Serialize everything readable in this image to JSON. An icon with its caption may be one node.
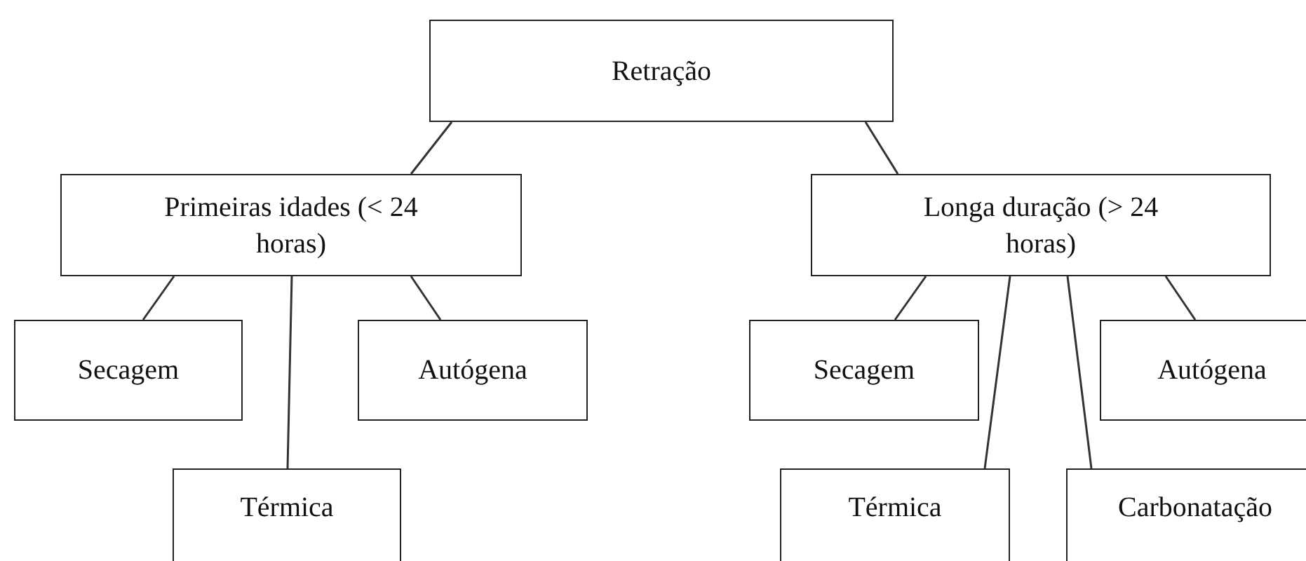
{
  "diagram": {
    "nodes": [
      {
        "text": [
          "Retração"
        ]
      },
      {
        "text": [
          "Primeiras idades (< 24 horas)"
        ]
      },
      {
        "text": [
          "Longa duração (> 24 horas)"
        ]
      },
      {
        "text": [
          "Secagem"
        ]
      },
      {
        "text": [
          "Autógena"
        ]
      },
      {
        "text": [
          "Térmica"
        ]
      },
      {
        "text": [
          "Secagem"
        ]
      },
      {
        "text": [
          "Autógena"
        ]
      },
      {
        "text": [
          "Térmica"
        ]
      },
      {
        "text": [
          "Carbonatação"
        ]
      }
    ],
    "edges": [
      {
        "from": 0,
        "to": 1,
        "arrow": "none"
      },
      {
        "from": 0,
        "to": 2,
        "arrow": "none"
      },
      {
        "from": 1,
        "to": 3,
        "arrow": "none"
      },
      {
        "from": 1,
        "to": 5,
        "arrow": "none"
      },
      {
        "from": 1,
        "to": 4,
        "arrow": "none"
      },
      {
        "from": 2,
        "to": 6,
        "arrow": "none"
      },
      {
        "from": 2,
        "to": 8,
        "arrow": "none"
      },
      {
        "from": 2,
        "to": 9,
        "arrow": "none"
      },
      {
        "from": 2,
        "to": 7,
        "arrow": "none"
      }
    ]
  }
}
